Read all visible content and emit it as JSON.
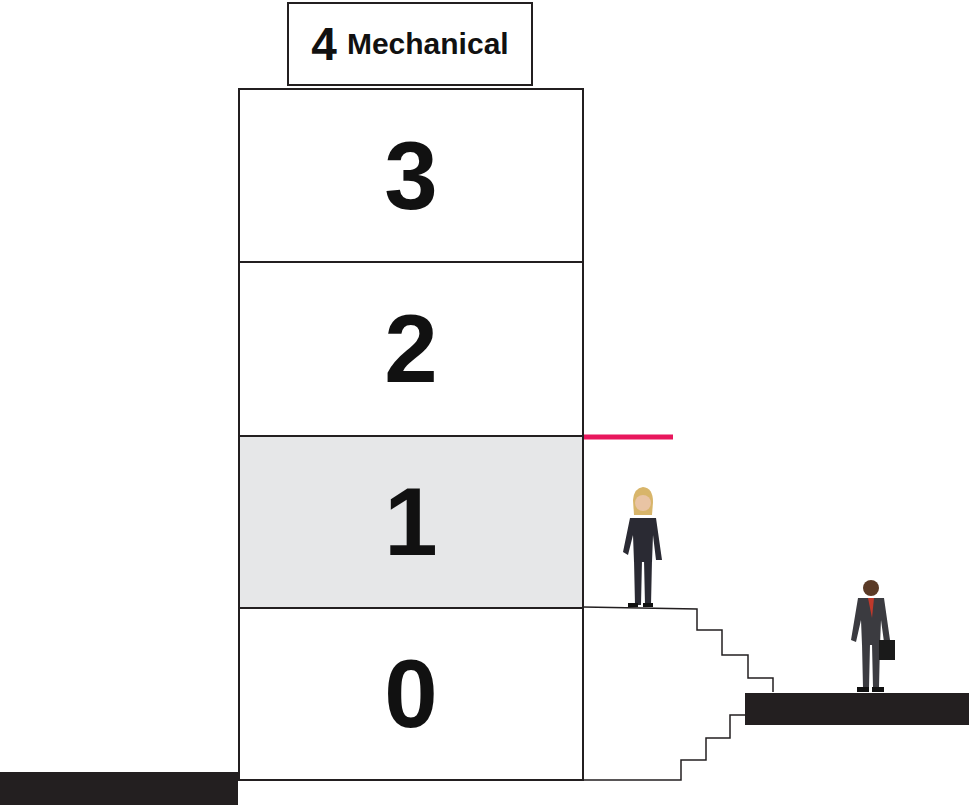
{
  "diagram": {
    "nodes": [
      {
        "text": [
          "4",
          "Mechanical"
        ]
      },
      {
        "text": [
          "3"
        ]
      },
      {
        "text": [
          "2"
        ]
      },
      {
        "text": [
          "1"
        ]
      },
      {
        "text": [
          "0"
        ]
      }
    ]
  }
}
